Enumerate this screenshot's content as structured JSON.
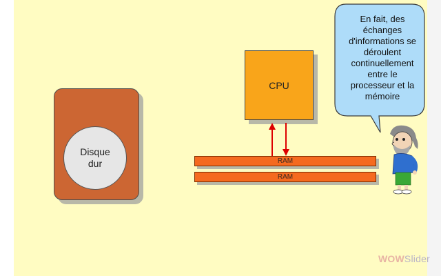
{
  "disk": {
    "label_line1": "Disque",
    "label_line2": "dur"
  },
  "cpu": {
    "label": "CPU"
  },
  "ram": [
    {
      "label": "RAM"
    },
    {
      "label": "RAM"
    }
  ],
  "bubble": {
    "lines": [
      "En fait, des",
      "échanges",
      "d'informations se",
      "déroulent",
      "continuellement",
      "entre le",
      "processeur et la",
      "mémoire"
    ]
  },
  "watermark": {
    "part1": "WOW",
    "part2": "Slider"
  },
  "colors": {
    "background": "#fffcc2",
    "disk": "#cc6633",
    "cpu": "#f9a51a",
    "ram": "#f56a1f",
    "bubble": "#aedcf9",
    "arrow": "#dd0000"
  }
}
